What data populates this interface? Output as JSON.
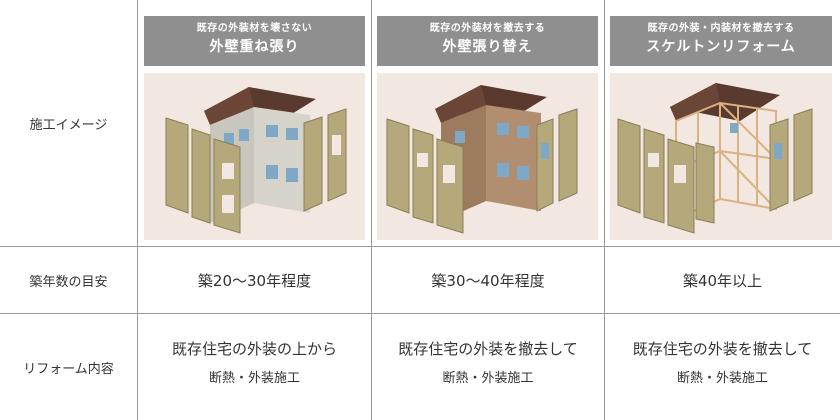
{
  "row_labels": {
    "image": "施工イメージ",
    "age": "築年数の目安",
    "content": "リフォーム内容"
  },
  "columns": [
    {
      "header_small": "既存の外装材を壊さない",
      "header_large": "外壁重ね張り",
      "age": "築20〜30年程度",
      "content_line1": "既存住宅の外装の上から",
      "content_line2": "断熱・外装施工"
    },
    {
      "header_small": "既存の外装材を撤去する",
      "header_large": "外壁張り替え",
      "age": "築30〜40年程度",
      "content_line1": "既存住宅の外装を撤去して",
      "content_line2": "断熱・外装施工"
    },
    {
      "header_small": "既存の外装・内装材を撤去する",
      "header_large": "スケルトンリフォーム",
      "age": "築40年以上",
      "content_line1": "既存住宅の外装を撤去して",
      "content_line2": "断熱・外装施工"
    }
  ],
  "colors": {
    "header_bg": "#8f8f8f",
    "image_bg": "#f3e7e2",
    "roof": "#5a3a2e",
    "panel": "#b5a87a",
    "window": "#7fa7c6",
    "wall_siding": "#d6d3ca",
    "wall_brick": "#b08e6f",
    "timber": "#d9b27f"
  }
}
